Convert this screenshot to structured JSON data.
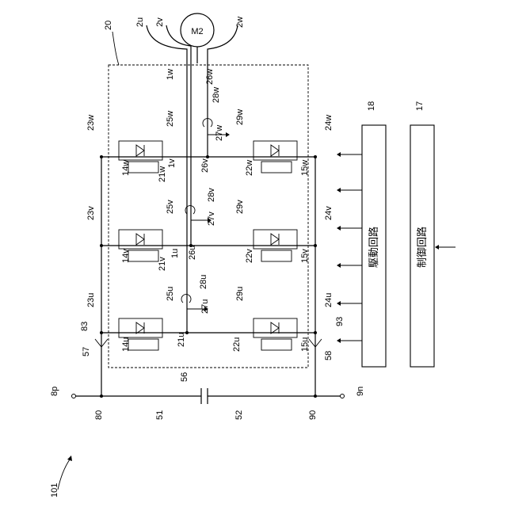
{
  "motor": {
    "label": "M2"
  },
  "labels": {
    "phase_u": "2u",
    "phase_v": "2v",
    "phase_w": "2w",
    "module": "20",
    "wire_w": "1w",
    "wire_v": "1v",
    "wire_u": "1u",
    "n26w": "26w",
    "n26v": "26v",
    "n26u": "26u",
    "n28w": "28w",
    "n28v": "28v",
    "n28u": "28u",
    "n27w": "27w",
    "n27v": "27v",
    "n27u": "27u",
    "n29w": "29w",
    "n29v": "29v",
    "n29u": "29u",
    "n25w": "25w",
    "n25v": "25v",
    "n25u": "25u",
    "n23w": "23w",
    "n23v": "23v",
    "n23u": "23u",
    "n24w": "24w",
    "n24v": "24v",
    "n24u": "24u",
    "n14w": "14w",
    "n14v": "14v",
    "n14u": "14u",
    "n21w": "21w",
    "n21v": "21v",
    "n21u": "21u",
    "n22w": "22w",
    "n22v": "22v",
    "n22u": "22u",
    "n15w": "15w",
    "n15v": "15v",
    "n15u": "15u",
    "n83": "83",
    "n93": "93",
    "n57": "57",
    "n58": "58",
    "n56": "56",
    "n8p": "8p",
    "n9n": "9n",
    "n80": "80",
    "n51": "51",
    "n52": "52",
    "n90": "90",
    "n18": "18",
    "n17": "17",
    "n101": "101"
  },
  "blocks": {
    "drive_circuit": "駆動回路",
    "control_circuit": "制御回路"
  }
}
